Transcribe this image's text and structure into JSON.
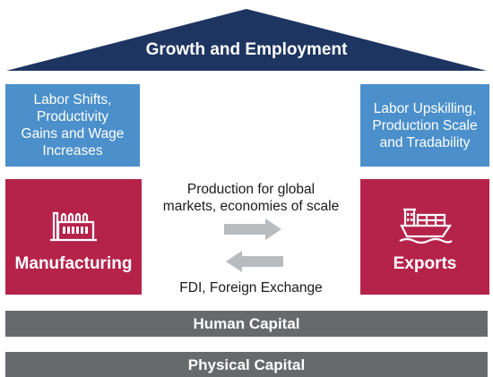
{
  "roof": {
    "title": "Growth and Employment"
  },
  "left_box": {
    "text": "Labor Shifts,\nProductivity\nGains and Wage\nIncreases"
  },
  "right_box": {
    "text": "Labor Upskilling,\nProduction Scale\nand Tradability"
  },
  "manufacturing": {
    "label": "Manufacturing",
    "icon": "factory-icon"
  },
  "exports": {
    "label": "Exports",
    "icon": "cargo-ship-icon"
  },
  "flow_top": {
    "text": "Production for global\nmarkets, economies of scale"
  },
  "flow_bottom": {
    "text": "FDI, Foreign Exchange"
  },
  "foundations": {
    "human_capital": "Human Capital",
    "physical_capital": "Physical Capital"
  },
  "colors": {
    "roof": "#1e3561",
    "blue": "#4b8fcb",
    "red": "#b5234a",
    "gray": "#666a6d",
    "arrow": "#b9bcbe"
  }
}
